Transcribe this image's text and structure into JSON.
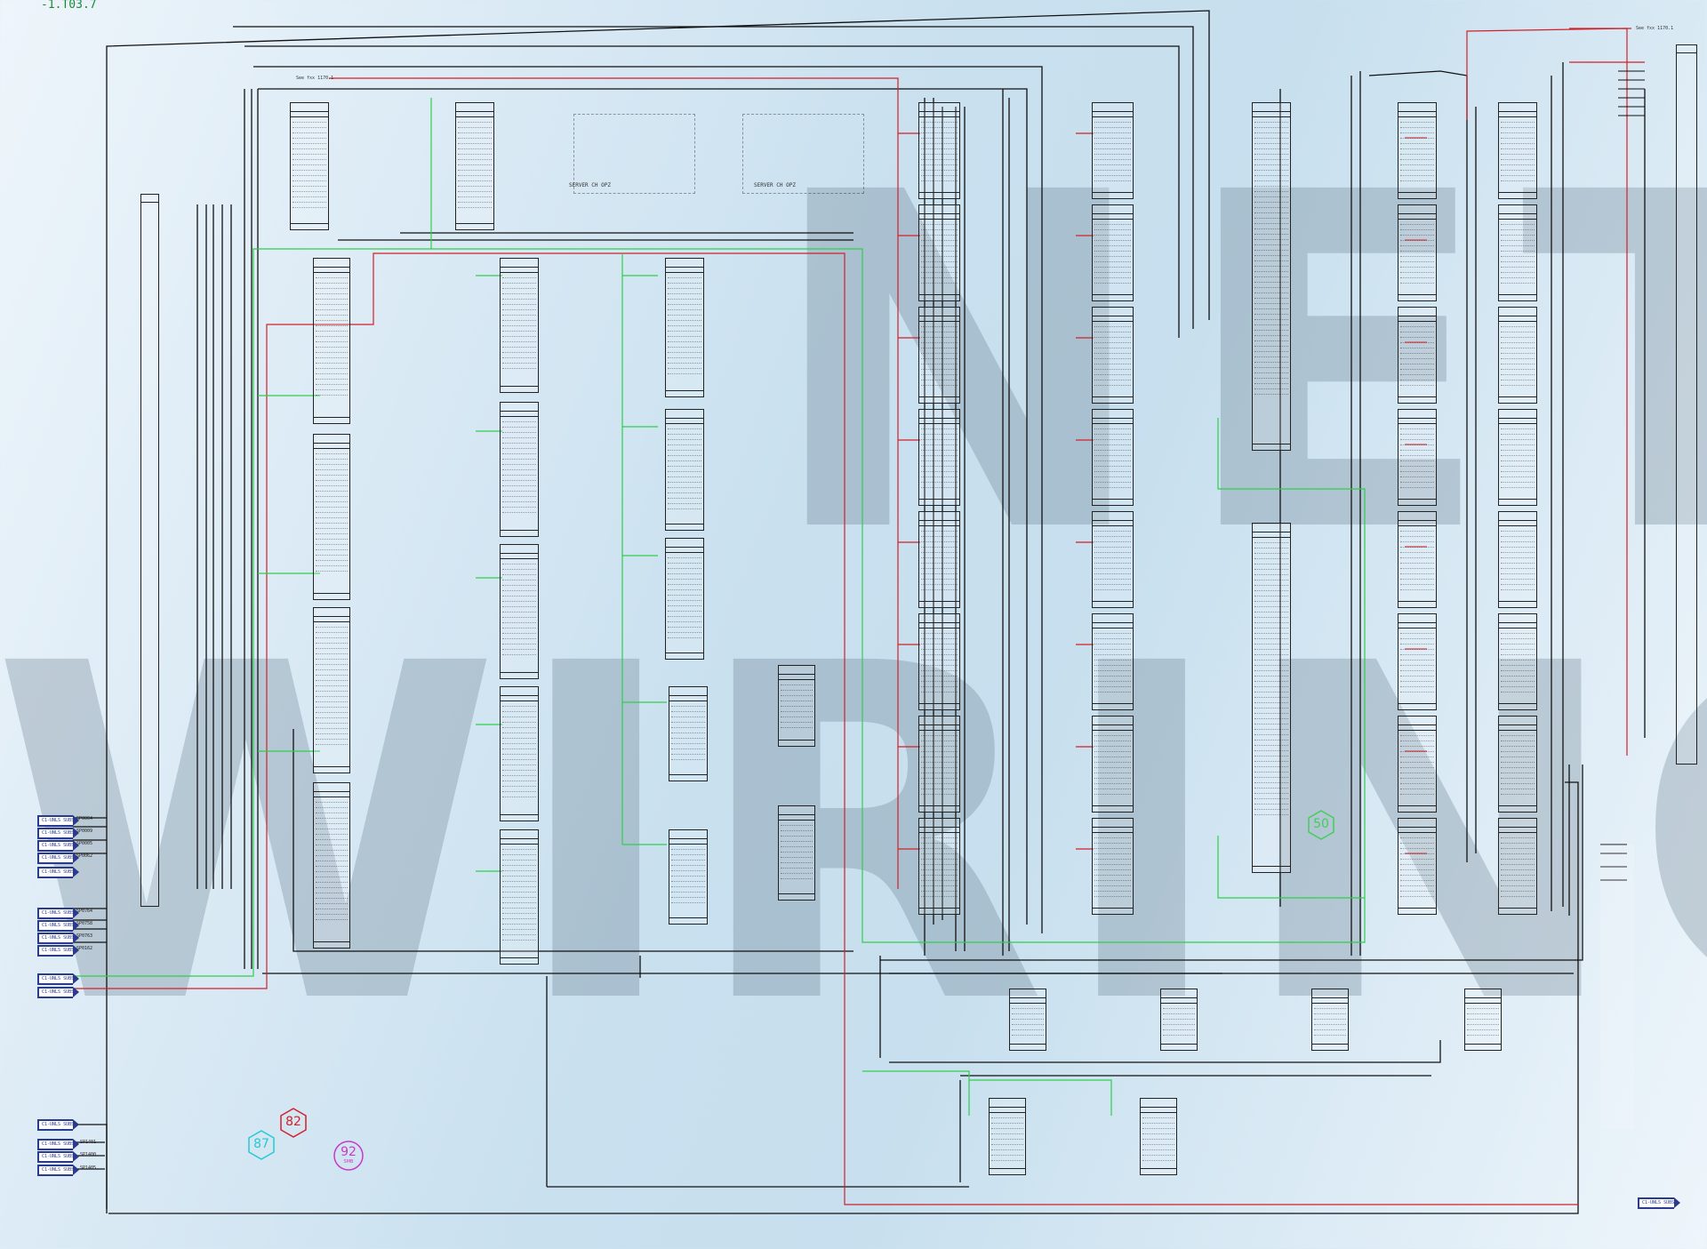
{
  "sheet": {
    "reference": "-1.T03.7",
    "see_ref_top_left": "See fxx 1170.1",
    "see_ref_top_right": "See fxx 1170.1"
  },
  "watermark": {
    "line1": "NET",
    "line2": "WIRING"
  },
  "panels": {
    "server1_caption": "SERVER CH OPZ",
    "server2_caption": "SERVER CH OPZ"
  },
  "markers": {
    "red_hexagon": "82",
    "cyan_hexagon": "87",
    "magenta_circle": "92",
    "magenta_circle_sub": "SMB",
    "green_hexagon": "50"
  },
  "left_connectors": [
    {
      "label": "C1-UNLS SUBS",
      "tag": "SP0004"
    },
    {
      "label": "C1-UNLS SUBS",
      "tag": "SP0009"
    },
    {
      "label": "C1-UNLS SUBS",
      "tag": "SP0005"
    },
    {
      "label": "C1-UNLS SUBS",
      "tag": "SP0062"
    },
    {
      "label": "C1-UNLS SUBS",
      "tag": ""
    },
    {
      "label": "C1-UNLS SUBS",
      "tag": "SP0764"
    },
    {
      "label": "C1-UNLS SUBS",
      "tag": "SP0758"
    },
    {
      "label": "C1-UNLS SUBS",
      "tag": "SP0763"
    },
    {
      "label": "C1-UNLS SUBS",
      "tag": "SP0162"
    },
    {
      "label": "C1-UNLS SUBS",
      "tag": ""
    },
    {
      "label": "C1-UNLS SUBS",
      "tag": ""
    }
  ],
  "bottom_left_connectors": [
    {
      "label": "C1-UNLS SUBS",
      "tag": ""
    },
    {
      "label": "C1-UNLS SUBS",
      "tag": "SP1401"
    },
    {
      "label": "C1-UNLS SUBS",
      "tag": "SP1400"
    },
    {
      "label": "C1-UNLS SUBS",
      "tag": "SP1405"
    }
  ],
  "bottom_right_connector": {
    "label": "C1-UNLS SUBS"
  },
  "colors": {
    "wire_black": "#111111",
    "wire_red": "#d0202a",
    "wire_green": "#2fcf4a",
    "connector_blue": "#2a3a8c",
    "reference_green": "#1a8a3a",
    "marker_red": "#d0202a",
    "marker_cyan": "#22c9d6",
    "marker_magenta": "#c83ac8",
    "marker_green": "#3fcf58"
  }
}
